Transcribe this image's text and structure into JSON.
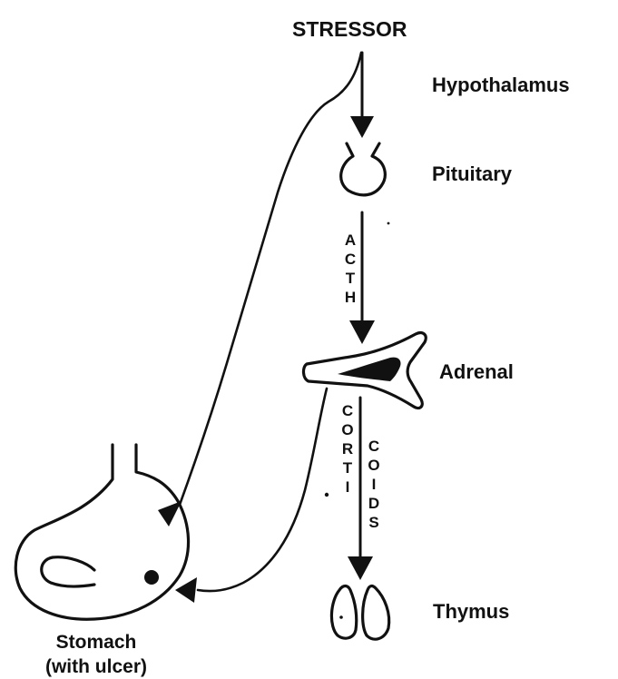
{
  "diagram": {
    "stressor_label": "STRESSOR",
    "hypothalamus_label": "Hypothalamus",
    "pituitary_label": "Pituitary",
    "adrenal_label": "Adrenal",
    "thymus_label": "Thymus",
    "stomach_label_line1": "Stomach",
    "stomach_label_line2": "(with ulcer)",
    "acth_letters": [
      "A",
      "C",
      "T",
      "H"
    ],
    "corti_letters": [
      "C",
      "O",
      "R",
      "T",
      "I"
    ],
    "coids_letters": [
      "C",
      "O",
      "I",
      "D",
      "S"
    ]
  }
}
